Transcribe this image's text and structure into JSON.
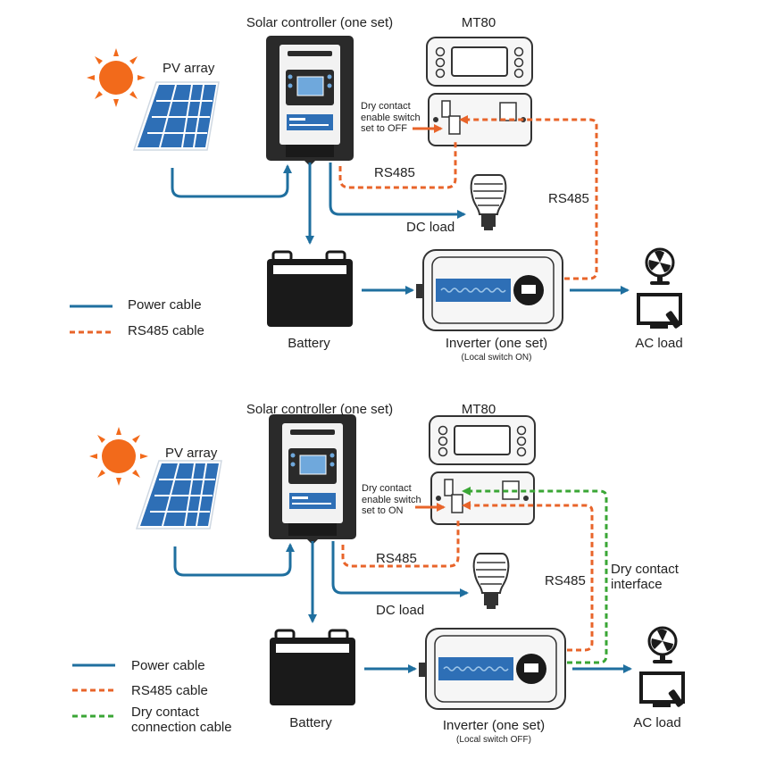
{
  "colors": {
    "power": "#1f6f9f",
    "rs485": "#e8642a",
    "dry": "#3aa635",
    "device_dark": "#2a2a2a",
    "device_light": "#f2f2f2",
    "panel_blue": "#2e6fb6",
    "sun": "#f26a1b"
  },
  "icons": [
    "sun-icon",
    "solar-panel-icon",
    "controller-icon",
    "mt80-meter-icon",
    "bulb-icon",
    "battery-icon",
    "inverter-icon",
    "fan-icon",
    "tv-icon"
  ],
  "diagram_top": {
    "pv_array": "PV array",
    "controller_title": "Solar controller (one set)",
    "mt80": "MT80",
    "switch_note": "Dry contact enable switch set to OFF",
    "rs485_a": "RS485",
    "rs485_b": "RS485",
    "dc_load": "DC load",
    "battery": "Battery",
    "inverter": "Inverter (one set)",
    "inverter_note": "(Local switch ON)",
    "ac_load": "AC load",
    "legend": {
      "power": "Power cable",
      "rs485": "RS485 cable"
    }
  },
  "diagram_bottom": {
    "pv_array": "PV array",
    "controller_title": "Solar controller (one set)",
    "mt80": "MT80",
    "switch_note": "Dry contact enable switch set to ON",
    "rs485_a": "RS485",
    "rs485_b": "RS485",
    "dry_contact": "Dry contact interface",
    "dc_load": "DC load",
    "battery": "Battery",
    "inverter": "Inverter (one set)",
    "inverter_note": "(Local switch OFF)",
    "ac_load": "AC load",
    "legend": {
      "power": "Power cable",
      "rs485": "RS485 cable",
      "dry": "Dry contact connection cable"
    }
  }
}
